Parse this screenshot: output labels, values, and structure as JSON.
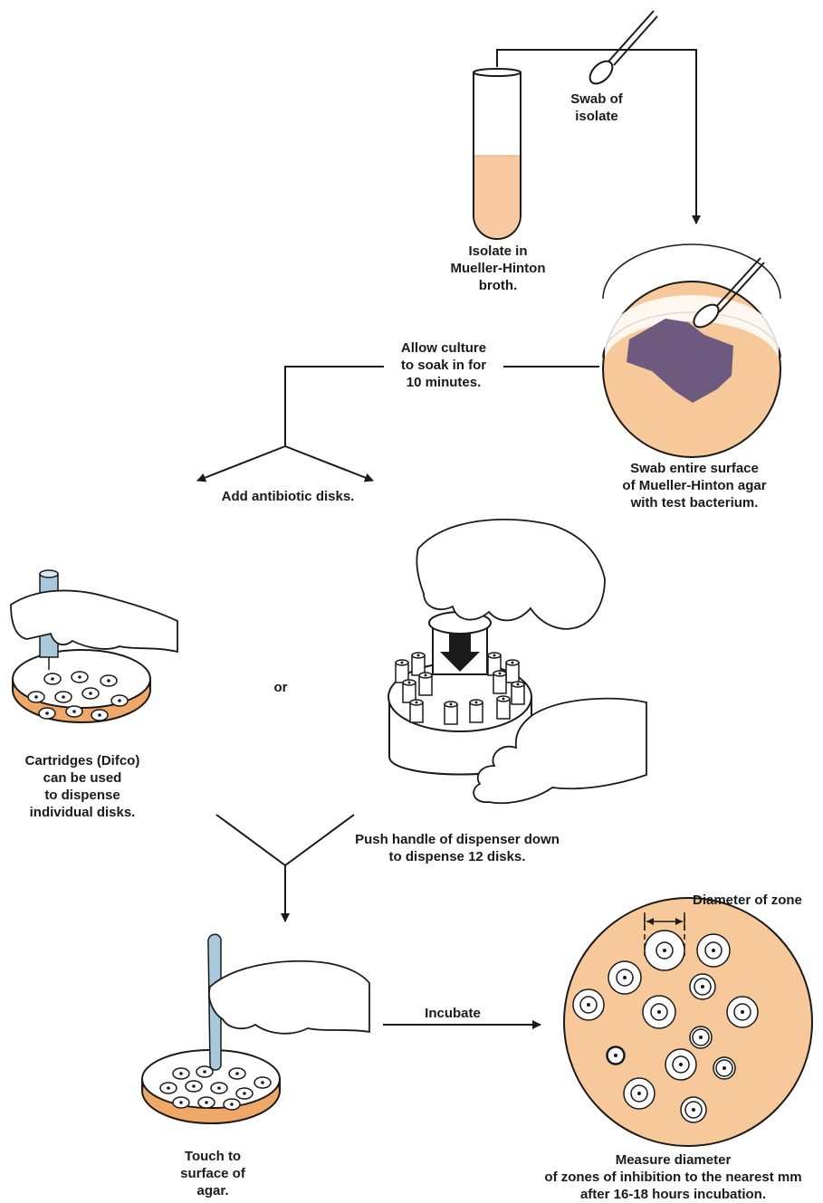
{
  "labels": {
    "swab": "Swab of\nisolate",
    "isolate": "Isolate in\nMueller-Hinton\nbroth.",
    "soak": "Allow culture\nto soak in for\n10 minutes.",
    "swab_surface": "Swab entire surface\nof Mueller-Hinton agar\nwith test bacterium.",
    "add_disks": "Add antibiotic disks.",
    "or": "or",
    "cartridges": "Cartridges (Difco)\ncan be used\nto dispense\nindividual disks.",
    "push": "Push handle of dispenser down\nto dispense 12 disks.",
    "diameter": "Diameter of zone",
    "incubate": "Incubate",
    "touch": "Touch to\nsurface of\nagar.",
    "measure": "Measure diameter\nof zones of inhibition to the nearest mm\nafter 16-18 hours incubation."
  },
  "colors": {
    "agar": "#f6c89a",
    "agar_rim": "#f0a868",
    "broth": "#f8c9a0",
    "bacteria": "#6e5a7e",
    "tool_blue": "#a9c8dc",
    "line": "#1a1a1a"
  }
}
